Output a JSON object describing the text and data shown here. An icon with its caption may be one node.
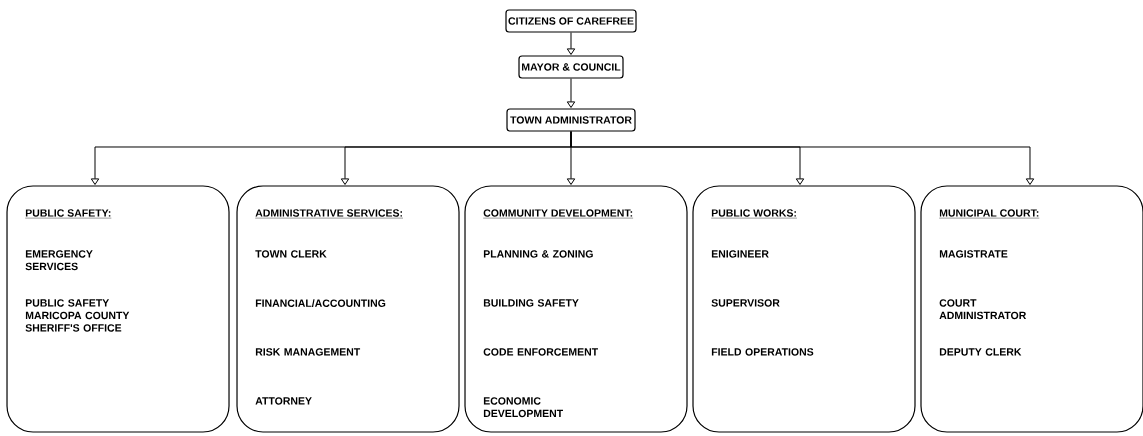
{
  "diagram": {
    "nodes": [
      {
        "text": [
          "CITIZENS OF CAREFREE"
        ]
      },
      {
        "text": [
          "MAYOR & COUNCIL"
        ]
      },
      {
        "text": [
          "TOWN ADMINISTRATOR"
        ]
      },
      {
        "text": [
          "PUBLIC SAFETY:",
          "EMERGENCY SERVICES",
          "PUBLIC SAFETY MARICOPA COUNTY SHERIFF'S OFFICE"
        ]
      },
      {
        "text": [
          "ADMINISTRATIVE SERVICES:",
          "TOWN CLERK",
          "FINANCIAL/ACCOUNTING",
          "RISK MANAGEMENT",
          "ATTORNEY"
        ]
      },
      {
        "text": [
          "COMMUNITY DEVELOPMENT:",
          "PLANNING & ZONING",
          "BUILDING SAFETY",
          "CODE ENFORCEMENT",
          "ECONOMIC DEVELOPMENT"
        ]
      },
      {
        "text": [
          "PUBLIC WORKS:",
          "ENIGINEER",
          "SUPERVISOR",
          "FIELD OPERATIONS"
        ]
      },
      {
        "text": [
          "MUNICIPAL COURT:",
          "MAGISTRATE",
          "COURT ADMINISTRATOR",
          "DEPUTY CLERK"
        ]
      }
    ],
    "edges": [
      {
        "from": 0,
        "to": 1,
        "arrow": "to"
      },
      {
        "from": 1,
        "to": 2,
        "arrow": "to"
      },
      {
        "from": 2,
        "to": 3,
        "arrow": "to"
      },
      {
        "from": 2,
        "to": 4,
        "arrow": "to"
      },
      {
        "from": 2,
        "to": 5,
        "arrow": "to"
      },
      {
        "from": 2,
        "to": 6,
        "arrow": "to"
      },
      {
        "from": 2,
        "to": 7,
        "arrow": "to"
      }
    ]
  }
}
